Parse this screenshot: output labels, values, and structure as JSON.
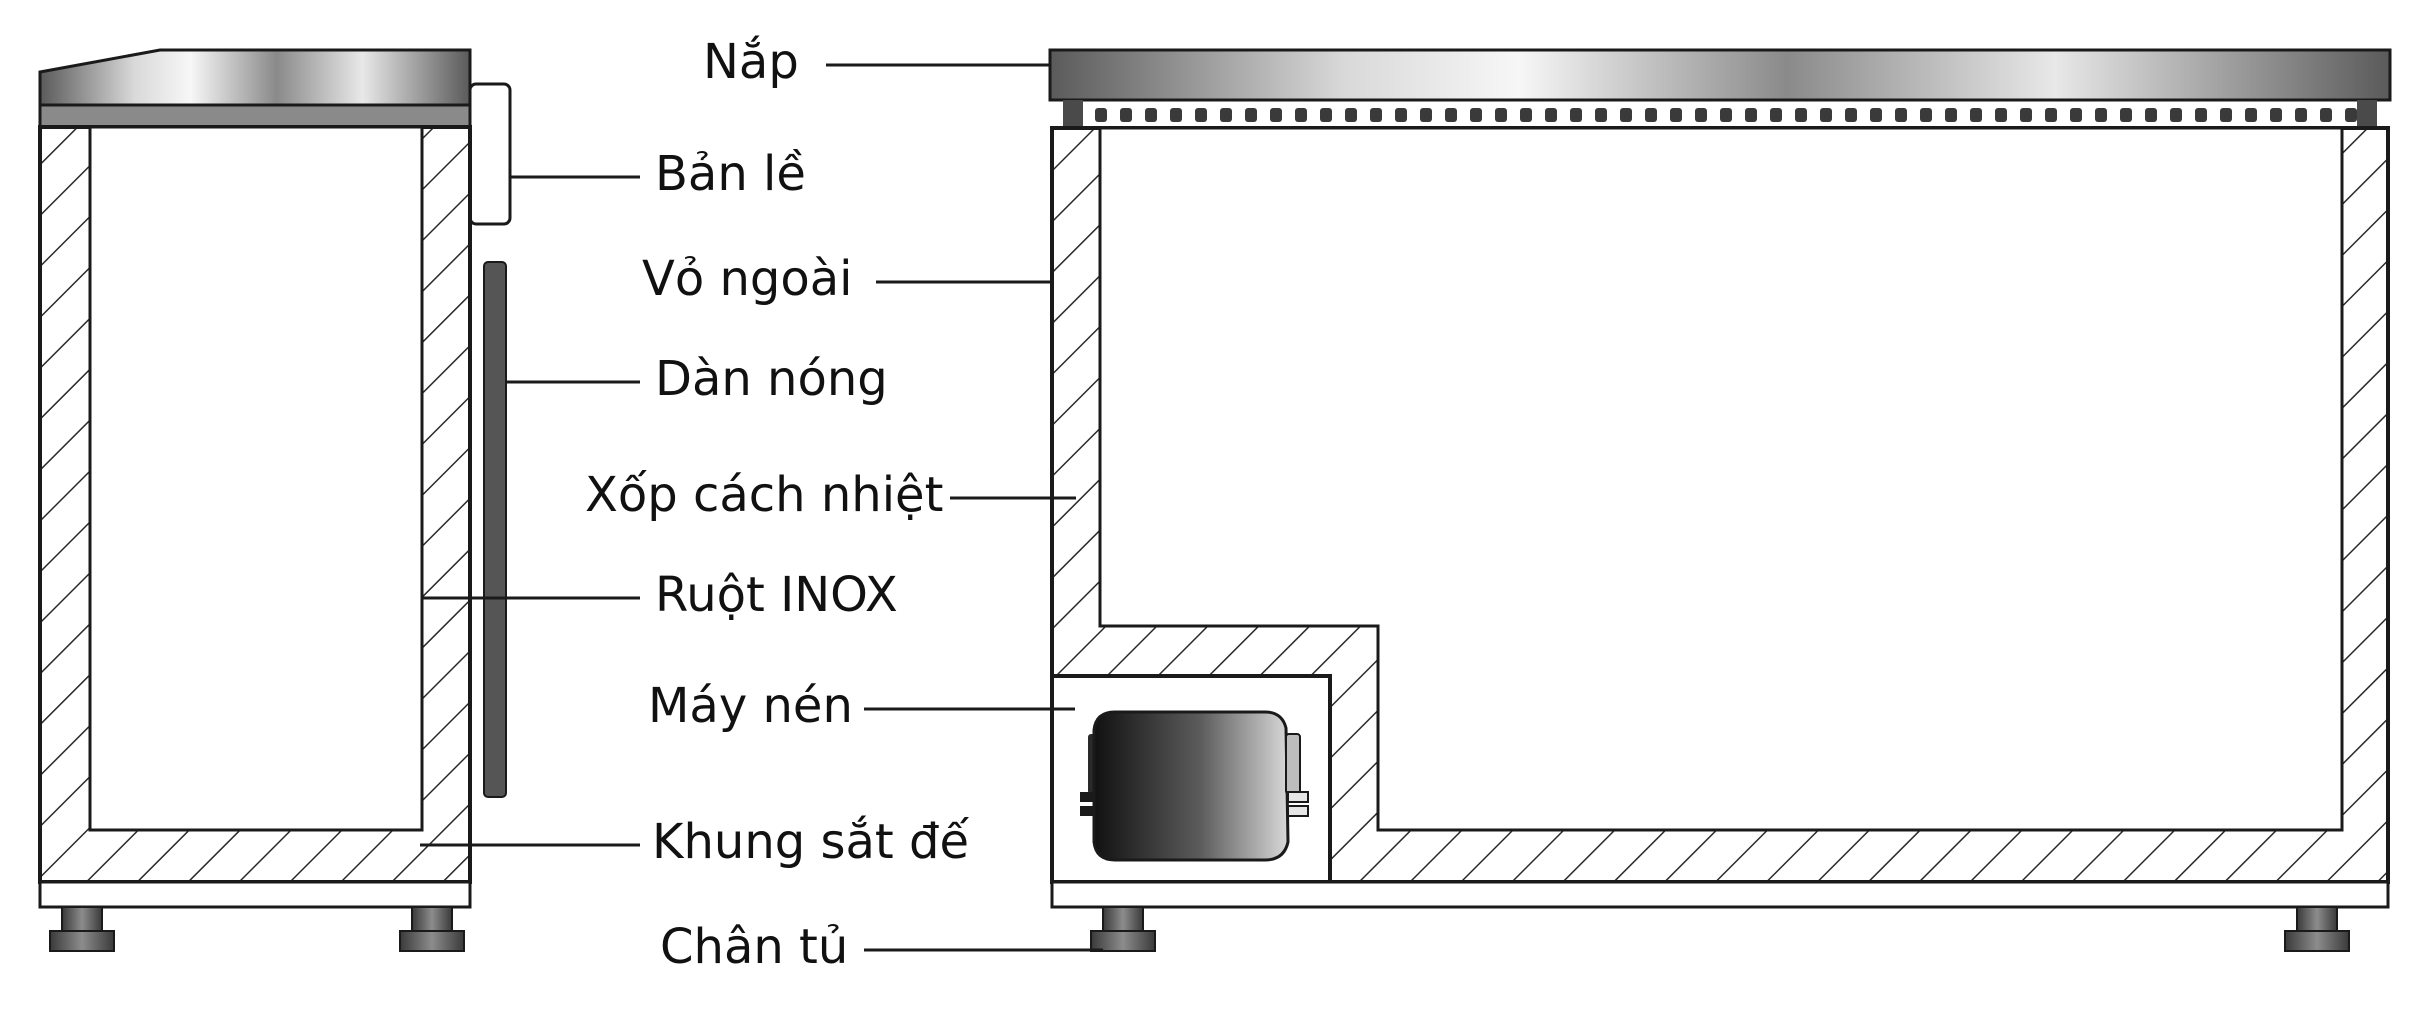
{
  "labels": {
    "lid": "Nắp",
    "hinge": "Bản lề",
    "outer_shell": "Vỏ ngoài",
    "condenser": "Dàn nóng",
    "insulation_foam": "Xốp cách nhiệt",
    "inox_liner": "Ruột INOX",
    "compressor": "Máy nén",
    "base_frame": "Khung sắt đế",
    "feet": "Chân tủ"
  },
  "colors": {
    "outline": "#1a1a1a",
    "hatch": "#2a2a2a",
    "metal_dark": "#6b6b6b",
    "metal_light": "#f2f2f2",
    "foot": "#4a4a4a",
    "background": "#ffffff"
  }
}
